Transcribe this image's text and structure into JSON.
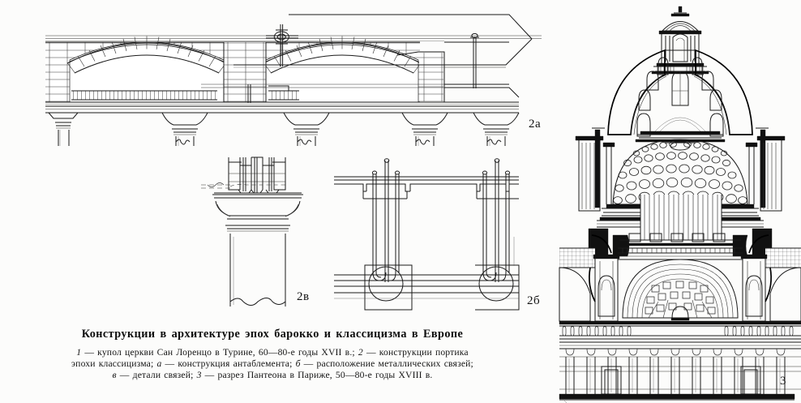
{
  "page": {
    "background_color": "#fcfcfb",
    "ink_color": "#1a1a1a"
  },
  "caption": {
    "title": "Конструкции в архитектуре эпох барокко и классицизма в Европе",
    "lines": [
      "1 — купол церкви Сан Лоренцо в Турине, 60—80-е годы XVII в.;  2 — конструкции  портика",
      "эпохи классицизма;  а — конструкция антаблемента;  б — расположение металлических связей;",
      "в — детали связей;  3 — разрез Пантеона в Париже, 50—80-е годы XVIII в."
    ],
    "line1_parts": {
      "num1": "1",
      "text1": " — купол церкви Сан Лоренцо в Турине, 60—80-е годы XVII в.;  ",
      "num2": "2",
      "text2": " — конструкции  портика"
    },
    "line2_parts": {
      "text1": "эпохи классицизма;  ",
      "letter_a": "а",
      "text2": " — конструкция антаблемента;  ",
      "letter_b": "б",
      "text3": " — расположение металлических связей;"
    },
    "line3_parts": {
      "letter_v": "в",
      "text1": " — детали связей;  ",
      "num3": "3",
      "text2": " — разрез Пантеона в Париже, 50—80-е годы XVIII в."
    }
  },
  "figures": {
    "entablature": {
      "label": "2а",
      "description": "Конструкция антаблемента — кирпичные разгрузочные арки над колоннадой портика с металлическими связями"
    },
    "tie_details": {
      "label": "2в",
      "description": "Детали связей — капитель колонны с заделанными металлическими связями"
    },
    "tie_layout": {
      "label": "2б",
      "description": "Расположение металлических связей — план тяг в антаблементе"
    },
    "pantheon": {
      "label": "3",
      "description": "Разрез Пантеона в Париже — трёхоболочечный купол, фонарь, кессонированный внутренний свод и коринфская колоннада"
    }
  }
}
